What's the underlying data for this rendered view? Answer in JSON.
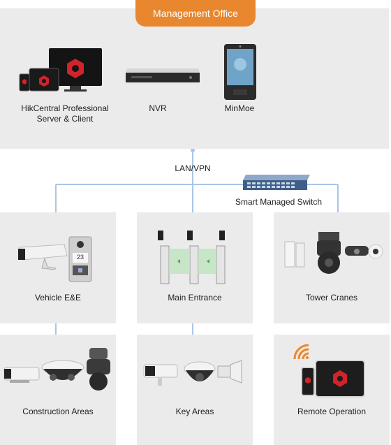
{
  "office": {
    "title": "Management Office",
    "items": [
      {
        "label_line1": "HikCentral Professional",
        "label_line2": "Server & Client"
      },
      {
        "label_line1": "NVR"
      },
      {
        "label_line1": "MinMoe"
      }
    ]
  },
  "network": {
    "label": "LAN/VPN",
    "switch_label": "Smart Managed Switch"
  },
  "sites": [
    {
      "label": "Vehicle E&E"
    },
    {
      "label": "Main Entrance"
    },
    {
      "label": "Tower Cranes"
    },
    {
      "label": "Construction Areas"
    },
    {
      "label": "Key Areas"
    },
    {
      "label": "Remote Operation"
    }
  ],
  "intercom": {
    "display": "23"
  },
  "colors": {
    "brand": "#d1232a",
    "accent": "#e8872e",
    "panel": "#ebebeb",
    "line": "#a9c6e6"
  }
}
